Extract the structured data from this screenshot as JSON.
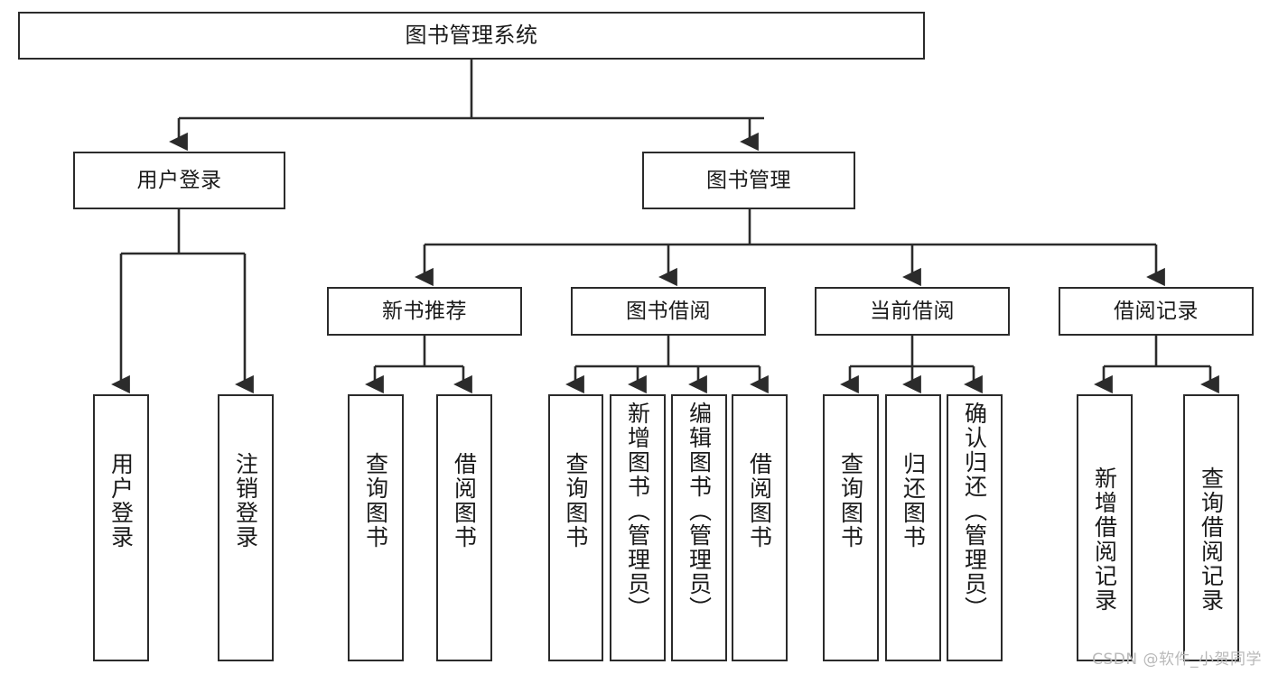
{
  "diagram": {
    "title": "图书管理系统",
    "type": "hierarchy-tree",
    "levels": 4,
    "root": {
      "id": "root",
      "label": "图书管理系统"
    },
    "level2": [
      {
        "id": "user-login",
        "label": "用户登录"
      },
      {
        "id": "book-manage",
        "label": "图书管理"
      }
    ],
    "level3": [
      {
        "id": "new-book-recommend",
        "label": "新书推荐",
        "parent": "book-manage"
      },
      {
        "id": "book-borrow",
        "label": "图书借阅",
        "parent": "book-manage"
      },
      {
        "id": "current-borrow",
        "label": "当前借阅",
        "parent": "book-manage"
      },
      {
        "id": "borrow-record",
        "label": "借阅记录",
        "parent": "book-manage"
      }
    ],
    "leaves": [
      {
        "id": "leaf-user-login",
        "label": "用户登录",
        "parent": "user-login"
      },
      {
        "id": "leaf-user-logout",
        "label": "注销登录",
        "parent": "user-login"
      },
      {
        "id": "leaf-query-book-1",
        "label": "查询图书",
        "parent": "new-book-recommend"
      },
      {
        "id": "leaf-borrow-book-1",
        "label": "借阅图书",
        "parent": "new-book-recommend"
      },
      {
        "id": "leaf-query-book-2",
        "label": "查询图书",
        "parent": "book-borrow"
      },
      {
        "id": "leaf-add-book",
        "label": "新增图书（管理员）",
        "parent": "book-borrow"
      },
      {
        "id": "leaf-edit-book",
        "label": "编辑图书（管理员）",
        "parent": "book-borrow"
      },
      {
        "id": "leaf-borrow-book-2",
        "label": "借阅图书",
        "parent": "book-borrow"
      },
      {
        "id": "leaf-query-book-3",
        "label": "查询图书",
        "parent": "current-borrow"
      },
      {
        "id": "leaf-return-book",
        "label": "归还图书",
        "parent": "current-borrow"
      },
      {
        "id": "leaf-confirm-return",
        "label": "确认归还（管理员）",
        "parent": "current-borrow"
      },
      {
        "id": "leaf-add-record",
        "label": "新增借阅记录",
        "parent": "borrow-record"
      },
      {
        "id": "leaf-query-record",
        "label": "查询借阅记录",
        "parent": "borrow-record"
      }
    ],
    "colors": {
      "stroke": "#2b2b2b",
      "fill": "#ffffff",
      "text": "#1a1a1a",
      "watermark": "#b9b9b9"
    }
  },
  "watermark": {
    "text": "CSDN @软件_小贺同学"
  }
}
